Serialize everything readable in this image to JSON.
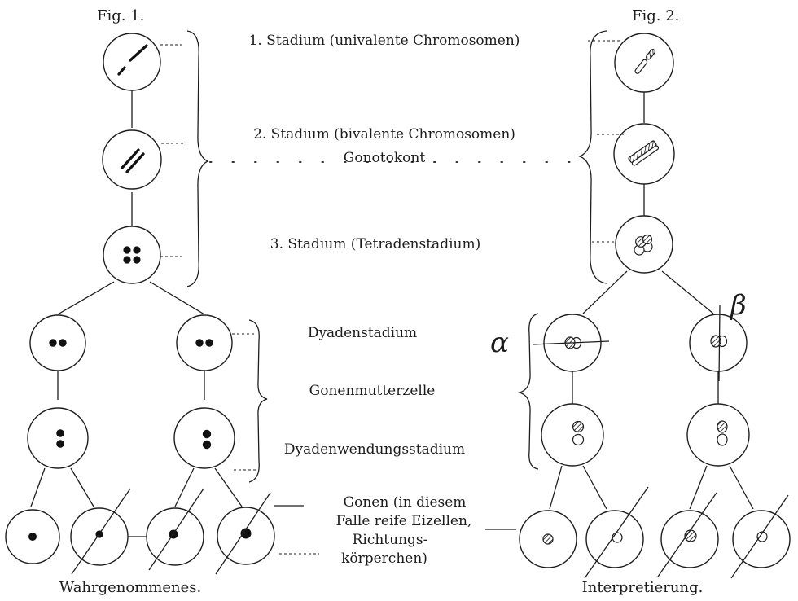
{
  "fig1_title": "Fig. 1.",
  "fig2_title": "Fig. 2.",
  "stage1": "1. Stadium (univalente Chromosomen)",
  "stage2": "2. Stadium (bivalente Chromosomen)",
  "gonotokont": "Gonotokont",
  "stage3": "3. Stadium (Tetradenstadium)",
  "dyad": "Dyadenstadium",
  "gonenmutter": "Gonenmutterzelle",
  "dyadwend": "Dyadenwendungsstadium",
  "gonen": [
    "Gonen (in diesem",
    "Falle reife Eizellen,",
    "Richtungs-",
    "körperchen)"
  ],
  "caption_left": "Wahrgenommenes.",
  "caption_right": "Interpretierung.",
  "alpha": "α",
  "beta": "β"
}
